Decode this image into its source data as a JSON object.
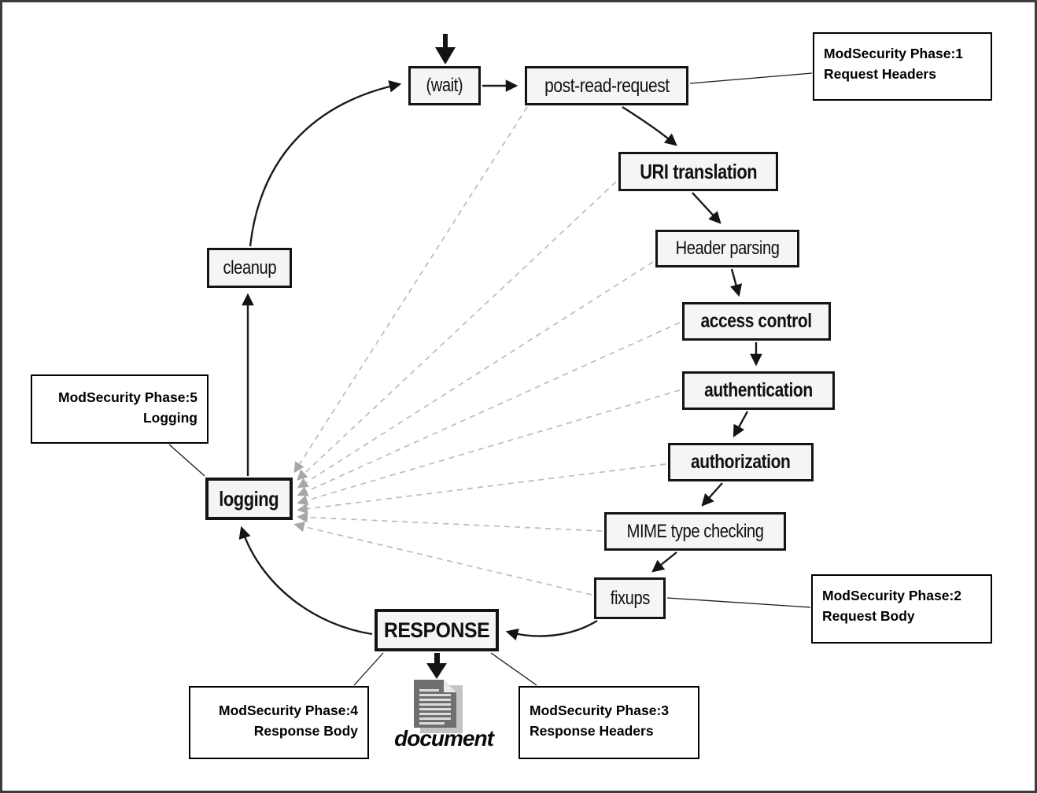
{
  "diagram": {
    "nodes": [
      {
        "id": "wait",
        "label": "(wait)",
        "bold": false
      },
      {
        "id": "post-read-request",
        "label": "post-read-request",
        "bold": false
      },
      {
        "id": "uri-translation",
        "label": "URI translation",
        "bold": true
      },
      {
        "id": "header-parsing",
        "label": "Header parsing",
        "bold": false
      },
      {
        "id": "access-control",
        "label": "access control",
        "bold": true
      },
      {
        "id": "authentication",
        "label": "authentication",
        "bold": true
      },
      {
        "id": "authorization",
        "label": "authorization",
        "bold": true
      },
      {
        "id": "mime-type-checking",
        "label": "MIME type checking",
        "bold": false
      },
      {
        "id": "fixups",
        "label": "fixups",
        "bold": false
      },
      {
        "id": "response",
        "label": "RESPONSE",
        "bold": true
      },
      {
        "id": "logging",
        "label": "logging",
        "bold": true
      },
      {
        "id": "cleanup",
        "label": "cleanup",
        "bold": false
      }
    ],
    "annotations": [
      {
        "id": "phase1",
        "line1": "ModSecurity Phase:1",
        "line2": "Request Headers",
        "align": "left",
        "attached_to": "post-read-request"
      },
      {
        "id": "phase2",
        "line1": "ModSecurity Phase:2",
        "line2": "Request Body",
        "align": "left",
        "attached_to": "fixups"
      },
      {
        "id": "phase3",
        "line1": "ModSecurity Phase:3",
        "line2": "Response Headers",
        "align": "left",
        "attached_to": "response"
      },
      {
        "id": "phase4",
        "line1": "ModSecurity Phase:4",
        "line2": "Response Body",
        "align": "right",
        "attached_to": "response"
      },
      {
        "id": "phase5",
        "line1": "ModSecurity Phase:5",
        "line2": "Logging",
        "align": "right",
        "attached_to": "logging"
      }
    ],
    "document_label": "document",
    "colors": {
      "node_fill": "#f5f5f5",
      "node_border": "#141414",
      "solid_line": "#1a1a1a",
      "dashed_line": "#bcbcbc",
      "dashed_arrowhead": "#a8a8a8",
      "document_page": "#6f6f6f",
      "document_shadow": "#c4c4c4",
      "frame_border": "#3c3c3c"
    }
  }
}
